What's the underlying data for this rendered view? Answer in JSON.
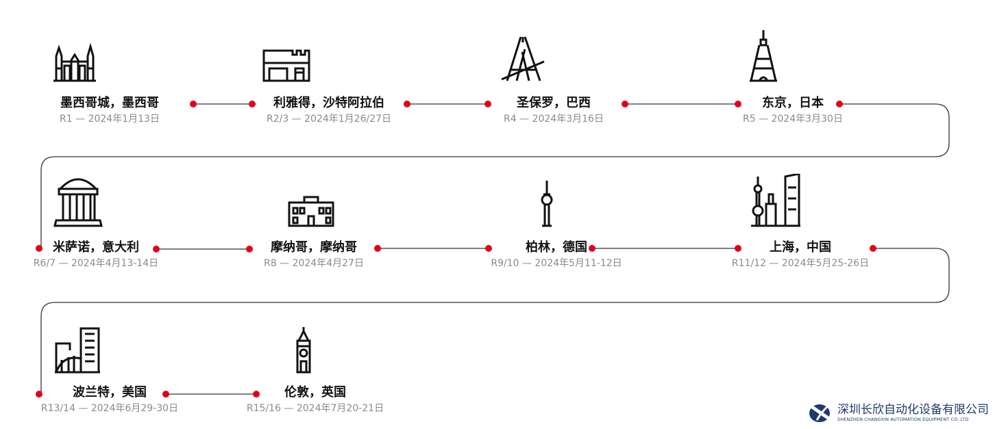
{
  "stops": [
    {
      "city": "墨西哥城，墨西哥",
      "detail": "R1 — 2024年1月13日",
      "icon": "cathedral-icon"
    },
    {
      "city": "利雅得，沙特阿拉伯",
      "detail": "R2/3 — 2024年1月26/27日",
      "icon": "fort-icon"
    },
    {
      "city": "圣保罗，巴西",
      "detail": "R4 — 2024年3月16日",
      "icon": "cable-bridge-icon"
    },
    {
      "city": "东京，日本",
      "detail": "R5 — 2024年3月30日",
      "icon": "tokyo-tower-icon"
    },
    {
      "city": "米萨诺，意大利",
      "detail": "R6/7 — 2024年4月13-14日",
      "icon": "domed-temple-icon"
    },
    {
      "city": "摩纳哥，摩纳哥",
      "detail": "R8 — 2024年4月27日",
      "icon": "palace-icon"
    },
    {
      "city": "柏林，德国",
      "detail": "R9/10 — 2024年5月11-12日",
      "icon": "tv-tower-icon"
    },
    {
      "city": "上海，中国",
      "detail": "R11/12 — 2024年5月25-26日",
      "icon": "shanghai-skyline-icon"
    },
    {
      "city": "波兰特，美国",
      "detail": "R13/14 — 2024年6月29-30日",
      "icon": "portland-buildings-icon"
    },
    {
      "city": "伦敦，英国",
      "detail": "R15/16 — 2024年7月20-21日",
      "icon": "big-ben-icon"
    }
  ],
  "logo": {
    "name_cn": "深圳长欣自动化设备有限公司",
    "name_en": "SHENZHEN CHANGXIN AUTOMATION EQUIPMENT CO. LTD"
  },
  "colors": {
    "dot": "#e3001b",
    "line": "#333333",
    "logo": "#1f3a6b"
  }
}
